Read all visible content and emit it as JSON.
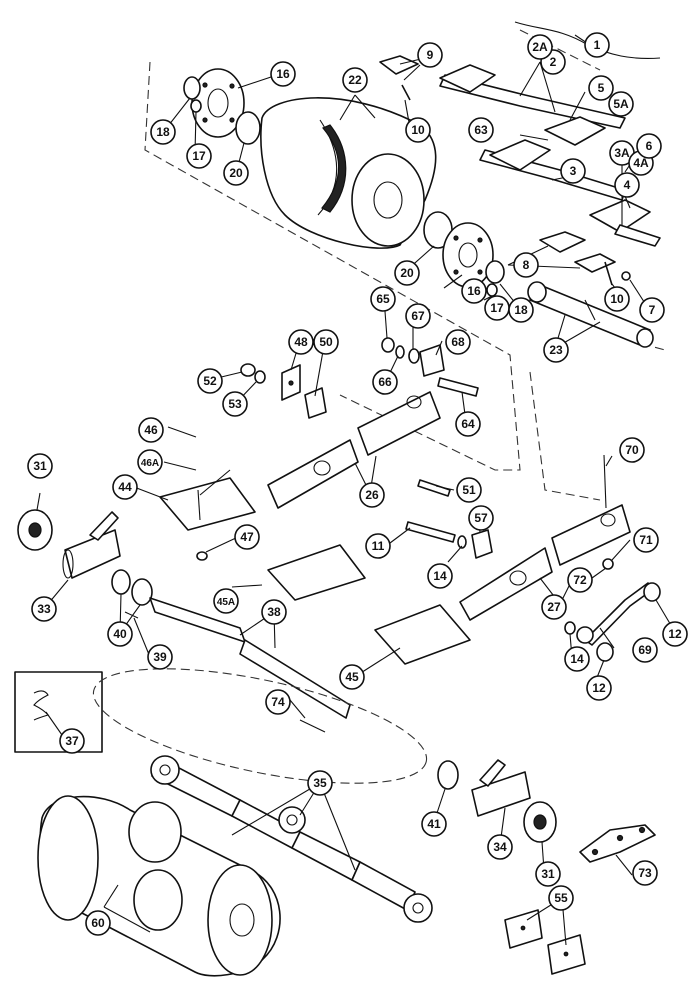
{
  "callouts": {
    "c1": "1",
    "c2": "2",
    "c2A": "2A",
    "c3": "3",
    "c3A": "3A",
    "c4": "4",
    "c4A": "4A",
    "c5": "5",
    "c5A": "5A",
    "c6": "6",
    "c7": "7",
    "c8": "8",
    "c9": "9",
    "c10a": "10",
    "c10b": "10",
    "c11": "11",
    "c12a": "12",
    "c12b": "12",
    "c14a": "14",
    "c14b": "14",
    "c16a": "16",
    "c16b": "16",
    "c17a": "17",
    "c17b": "17",
    "c18a": "18",
    "c18b": "18",
    "c20a": "20",
    "c20b": "20",
    "c22": "22",
    "c23": "23",
    "c26": "26",
    "c27": "27",
    "c31a": "31",
    "c31b": "31",
    "c33": "33",
    "c34": "34",
    "c35": "35",
    "c37": "37",
    "c38": "38",
    "c39": "39",
    "c40": "40",
    "c41": "41",
    "c44": "44",
    "c45": "45",
    "c45A": "45A",
    "c46": "46",
    "c46A": "46A",
    "c47": "47",
    "c48": "48",
    "c50": "50",
    "c51": "51",
    "c52": "52",
    "c53": "53",
    "c55": "55",
    "c57": "57",
    "c60": "60",
    "c63": "63",
    "c64": "64",
    "c65": "65",
    "c66": "66",
    "c67": "67",
    "c68": "68",
    "c69": "69",
    "c70": "70",
    "c71": "71",
    "c72": "72",
    "c73": "73",
    "c74": "74"
  }
}
